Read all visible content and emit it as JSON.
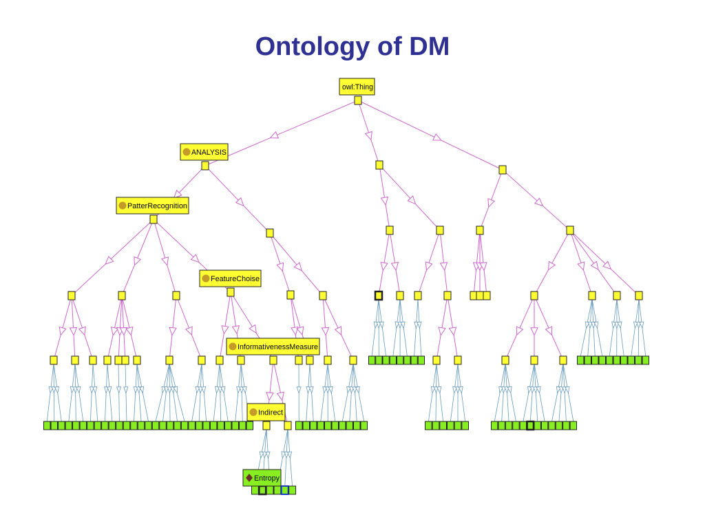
{
  "title": "Ontology of DM",
  "colors": {
    "title": "#2e3192",
    "class_node_fill": "#ffff33",
    "instance_node_fill": "#88ee22",
    "node_border": "#222222",
    "class_edge": "#cc66cc",
    "instance_edge": "#6699bb",
    "individual_icon": "#c49a28",
    "property_icon": "#6a2c2c"
  },
  "labels": {
    "root": "owl:Thing",
    "analysis": "ANALYSIS",
    "pattern_recognition": "PatterRecognition",
    "feature_choise": "FeatureChoise",
    "informativeness_measure": "InformativenessMeasure",
    "indirect": "Indirect",
    "entropy": "Entropy"
  },
  "legend_icons": {
    "class_marker": "circle-icon",
    "property_marker": "diamond-icon"
  }
}
